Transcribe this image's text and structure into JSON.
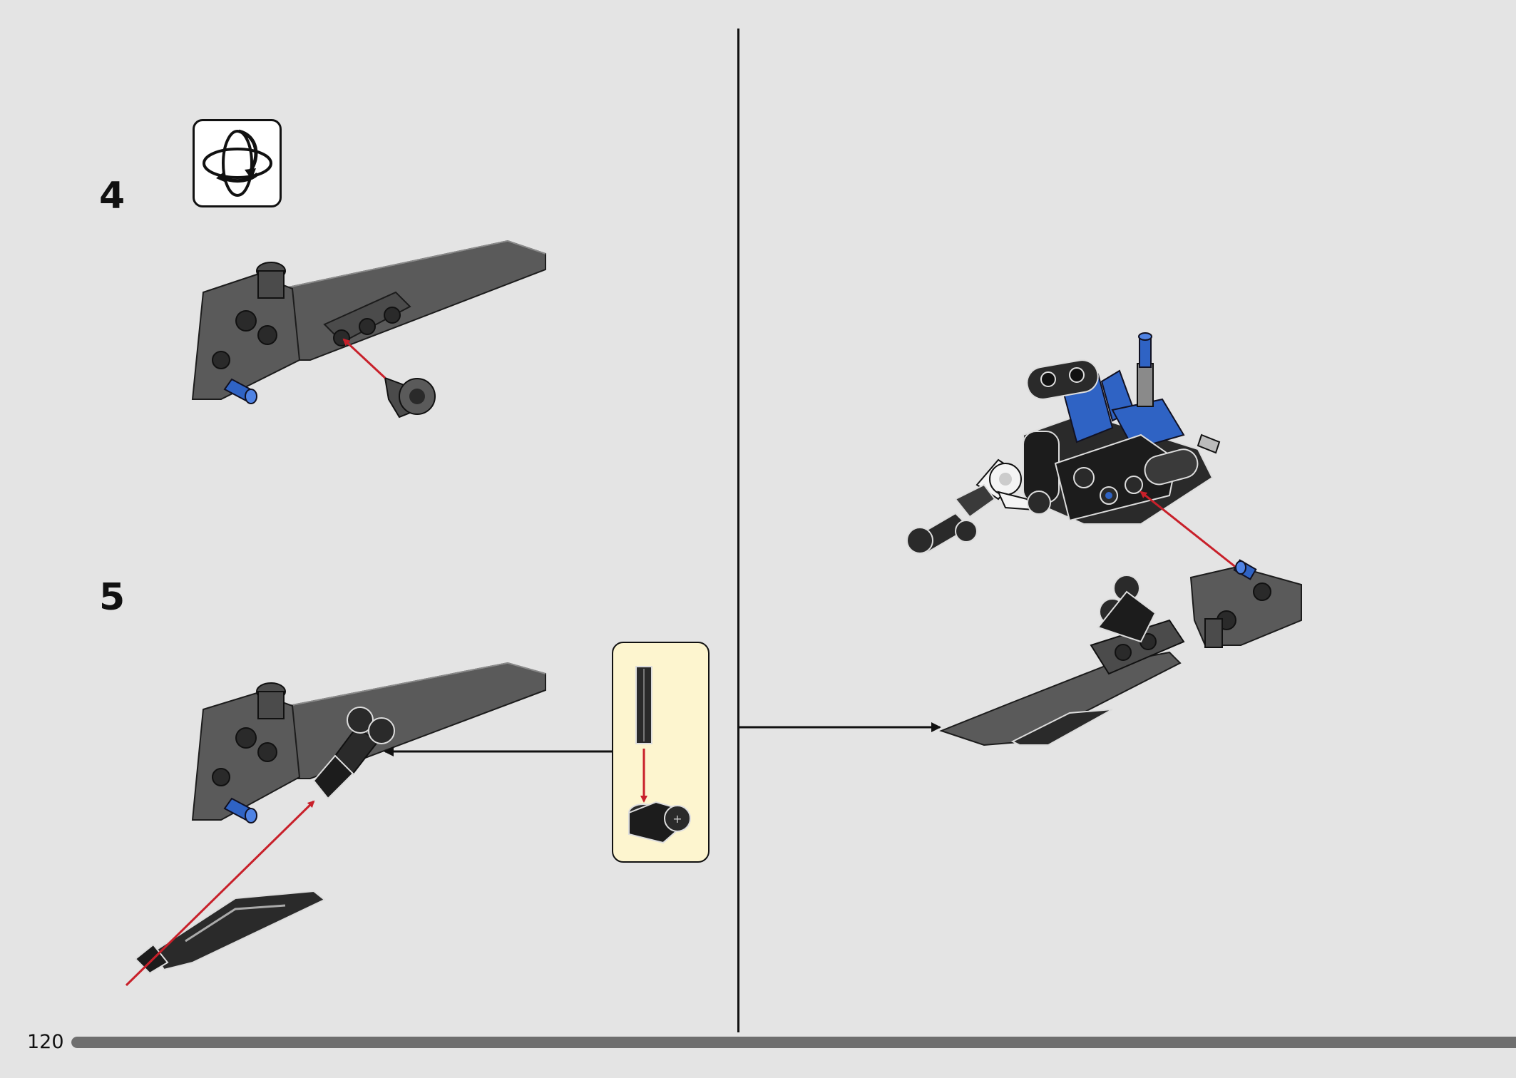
{
  "steps": [
    {
      "number": "4"
    },
    {
      "number": "5"
    }
  ],
  "icons": {
    "rotate": "rotate-model-icon",
    "step5_callout": "sub-assembly-callout"
  },
  "colors": {
    "page_background": "#e4e4e4",
    "part_dark_grey": "#5a5a5a",
    "part_black": "#1c1c1c",
    "part_blue": "#2f63c4",
    "part_white": "#f4f4f4",
    "arrow_red": "#c8202a",
    "callout_background": "#fdf5cf"
  },
  "footer": {
    "page_number": "120",
    "progress": 1.0
  }
}
